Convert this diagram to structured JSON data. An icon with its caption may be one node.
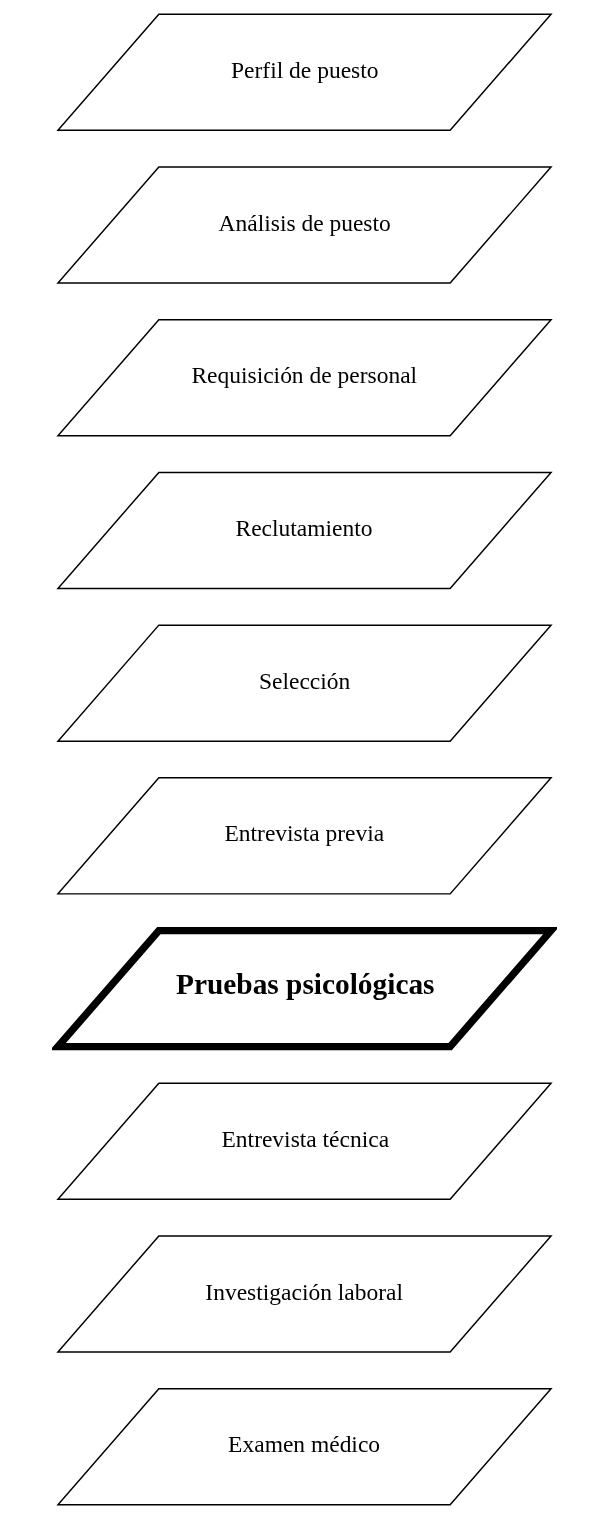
{
  "diagram": {
    "nodes": [
      {
        "text": [
          "Perfil de puesto"
        ]
      },
      {
        "text": [
          "Análisis de puesto"
        ]
      },
      {
        "text": [
          "Requisición de personal"
        ]
      },
      {
        "text": [
          "Reclutamiento"
        ]
      },
      {
        "text": [
          "Selección"
        ]
      },
      {
        "text": [
          "Entrevista previa"
        ]
      },
      {
        "text": [
          "Pruebas psicológicas"
        ]
      },
      {
        "text": [
          "Entrevista técnica"
        ]
      },
      {
        "text": [
          "Investigación laboral"
        ]
      },
      {
        "text": [
          "Examen médico"
        ]
      }
    ]
  }
}
